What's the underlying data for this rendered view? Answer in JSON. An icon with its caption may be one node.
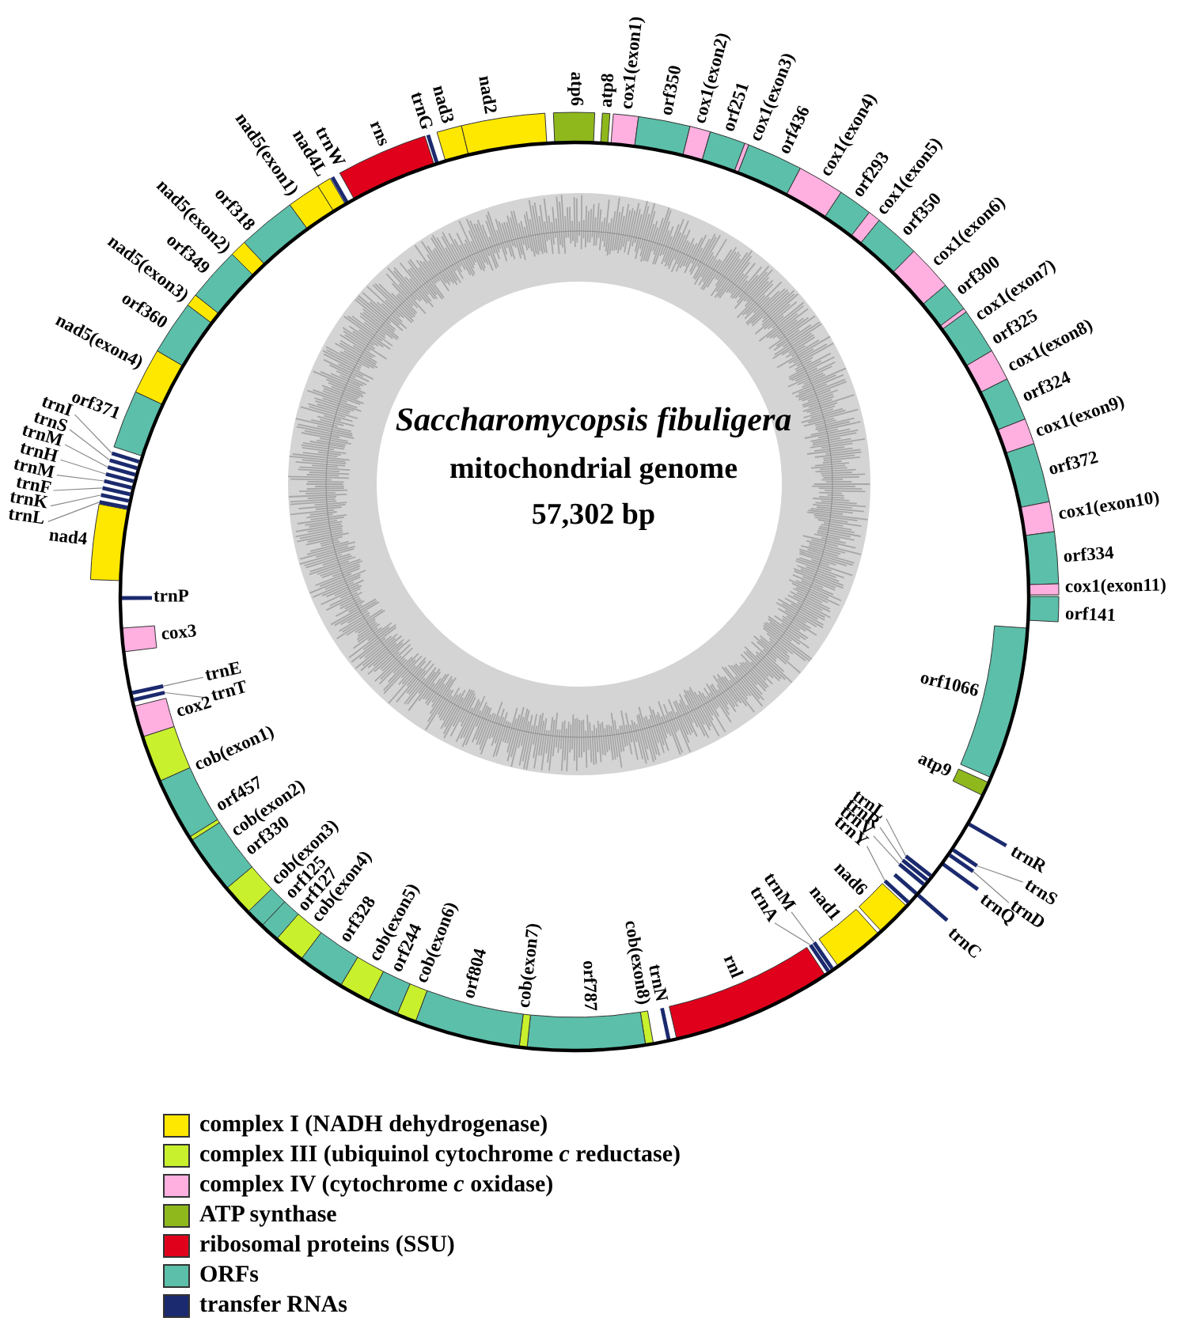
{
  "diagram": {
    "nodes": [
      {
        "text": [
          "trnI"
        ]
      },
      {
        "text": [
          "trnS"
        ]
      },
      {
        "text": [
          "trnM"
        ]
      },
      {
        "text": [
          "trnH"
        ]
      },
      {
        "text": [
          "trnM"
        ]
      },
      {
        "text": [
          "trnF"
        ]
      },
      {
        "text": [
          "trnK"
        ]
      },
      {
        "text": [
          "trnL"
        ]
      },
      {
        "text": [
          "trnE"
        ]
      },
      {
        "text": [
          "trnT"
        ]
      },
      {
        "text": [
          "trnL"
        ]
      },
      {
        "text": [
          "trnR"
        ]
      },
      {
        "text": [
          "trnV"
        ]
      },
      {
        "text": [
          "trnY"
        ]
      },
      {
        "text": [
          "trnM"
        ]
      },
      {
        "text": [
          "trnA"
        ]
      },
      {
        "text": [
          "trnS"
        ]
      },
      {
        "text": [
          "trnD"
        ]
      },
      {
        "text": [],
        "shape": "bar"
      },
      {
        "text": [],
        "shape": "bar"
      },
      {
        "text": [],
        "shape": "bar"
      },
      {
        "text": [],
        "shape": "bar"
      },
      {
        "text": [],
        "shape": "bar"
      },
      {
        "text": [],
        "shape": "bar"
      },
      {
        "text": [],
        "shape": "bar"
      },
      {
        "text": [],
        "shape": "bar"
      },
      {
        "text": [],
        "shape": "bar"
      },
      {
        "text": [],
        "shape": "bar"
      },
      {
        "text": [],
        "shape": "bar"
      },
      {
        "text": [],
        "shape": "bar"
      },
      {
        "text": [],
        "shape": "bar"
      },
      {
        "text": [],
        "shape": "bar"
      },
      {
        "text": [],
        "shape": "bar"
      },
      {
        "text": [],
        "shape": "bar"
      },
      {
        "text": [],
        "shape": "bar"
      },
      {
        "text": [],
        "shape": "bar"
      }
    ],
    "edges": [
      {
        "from": 0,
        "to": 18,
        "arrow": "none"
      },
      {
        "from": 1,
        "to": 19,
        "arrow": "none"
      },
      {
        "from": 2,
        "to": 20,
        "arrow": "none"
      },
      {
        "from": 3,
        "to": 21,
        "arrow": "none"
      },
      {
        "from": 4,
        "to": 22,
        "arrow": "none"
      },
      {
        "from": 5,
        "to": 23,
        "arrow": "none"
      },
      {
        "from": 6,
        "to": 24,
        "arrow": "none"
      },
      {
        "from": 7,
        "to": 25,
        "arrow": "none"
      },
      {
        "from": 8,
        "to": 26,
        "arrow": "none"
      },
      {
        "from": 9,
        "to": 27,
        "arrow": "none"
      },
      {
        "from": 10,
        "to": 28,
        "arrow": "none"
      },
      {
        "from": 11,
        "to": 29,
        "arrow": "none"
      },
      {
        "from": 12,
        "to": 30,
        "arrow": "none"
      },
      {
        "from": 13,
        "to": 31,
        "arrow": "none"
      },
      {
        "from": 14,
        "to": 32,
        "arrow": "none"
      },
      {
        "from": 15,
        "to": 33,
        "arrow": "none"
      },
      {
        "from": 16,
        "to": 34,
        "arrow": "none"
      },
      {
        "from": 17,
        "to": 35,
        "arrow": "none"
      }
    ],
    "labels": [
      "Saccharomycopsis fibuligera",
      "mitochondrial genome",
      "57,302 bp",
      "atp6",
      "atp8",
      "cox1(exon1)",
      "orf350",
      "cox1(exon2)",
      "orf251",
      "cox1(exon3)",
      "orf436",
      "cox1(exon4)",
      "orf293",
      "cox1(exon5)",
      "orf350",
      "cox1(exon6)",
      "orf300",
      "cox1(exon7)",
      "orf325",
      "cox1(exon8)",
      "orf324",
      "cox1(exon9)",
      "orf372",
      "cox1(exon10)",
      "orf334",
      "cox1(exon11)",
      "orf141",
      "orf1066",
      "atp9",
      "trnR",
      "trnQ",
      "trnC",
      "nad6",
      "nad1",
      "rnl",
      "trnN",
      "cob(exon8)",
      "orf787",
      "cob(exon7)",
      "orf804",
      "cob(exon6)",
      "orf244",
      "cob(exon5)",
      "orf328",
      "cob(exon4)",
      "orf127",
      "orf125",
      "cob(exon3)",
      "orf330",
      "cob(exon2)",
      "orf457",
      "cob(exon1)",
      "cox2",
      "cox3",
      "trnP",
      "nad4",
      "orf371",
      "nad5(exon4)",
      "orf360",
      "nad5(exon3)",
      "orf349",
      "nad5(exon2)",
      "orf318",
      "nad5(exon1)",
      "nad4L",
      "trnW",
      "rns",
      "trnG",
      "nad3",
      "nad2"
    ],
    "legend": [
      {
        "text": "complex I (NADH dehydrogenase)",
        "color": "#ffe800"
      },
      {
        "text": "complex III (ubiquinol cytochrome *c* reductase)",
        "color": "#c8f02c"
      },
      {
        "text": "complex IV (cytochrome *c* oxidase)",
        "color": "#ffb0e0"
      },
      {
        "text": "ATP synthase",
        "color": "#8fb81c"
      },
      {
        "text": "ribosomal proteins (SSU)",
        "color": "#e0001b"
      },
      {
        "text": "ORFs",
        "color": "#5cbfa9"
      },
      {
        "text": "transfer RNAs",
        "color": "#1b2a6e"
      }
    ]
  }
}
